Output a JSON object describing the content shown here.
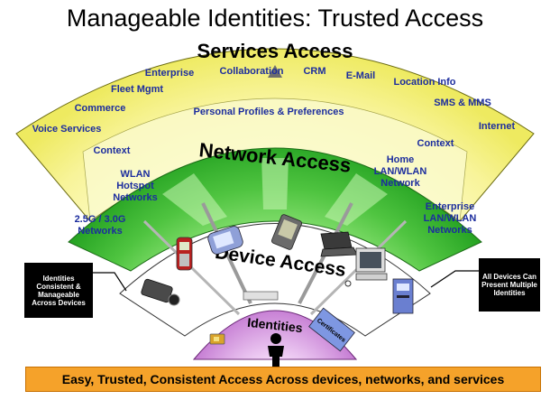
{
  "title": "Manageable Identities: Trusted Access",
  "services": {
    "heading": "Services Access",
    "items": [
      "Enterprise",
      "Collaboration",
      "CRM",
      "E-Mail",
      "Location Info",
      "Fleet Mgmt",
      "Commerce",
      "SMS & MMS",
      "Voice Services",
      "Internet"
    ],
    "personal_profiles": "Personal Profiles & Preferences",
    "context_left": "Context",
    "context_right": "Context"
  },
  "network": {
    "heading": "Network Access",
    "wlan": [
      "WLAN",
      "Hotspot",
      "Networks"
    ],
    "cellular": [
      "2.5G / 3.0G",
      "Networks"
    ],
    "home": [
      "Home",
      "LAN/WLAN",
      "Network"
    ],
    "enterprise": [
      "Enterprise",
      "LAN/WLAN",
      "Networks"
    ]
  },
  "device": {
    "heading": "Device Access"
  },
  "identities": {
    "heading": "Identities",
    "certificates": "Certificates"
  },
  "callouts": {
    "left": "Identities Consistent & Manageable Across Devices",
    "right": "All Devices Can Present Multiple Identities"
  },
  "banner": "Easy, Trusted, Consistent Access Across devices, networks, and services",
  "colors": {
    "services_band": "#f6f28a",
    "services_inner": "#fafac0",
    "network_band": "#3fb936",
    "network_light": "#8fe07a",
    "device_band": "#ffffff",
    "identities_band": "#d68ee0",
    "banner_bg": "#f5a22a",
    "callout_bg": "#000000"
  },
  "icons": [
    "mobile-phone-icon",
    "pda-icon",
    "palm-device-icon",
    "laptop-icon",
    "desktop-computer-icon",
    "camcorder-icon",
    "server-tower-icon",
    "person-silhouette-icon",
    "smart-card-icon",
    "certificate-icon"
  ]
}
